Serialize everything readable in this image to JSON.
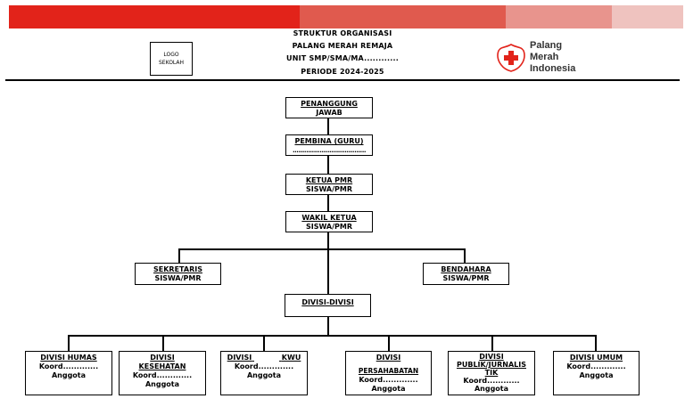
{
  "colors": {
    "band1": "#e2231a",
    "band2": "#e05a4e",
    "band3": "#e8948d",
    "band4": "#efc3bf",
    "pmi_red": "#e2231a"
  },
  "header": {
    "logo_line1": "LOGO",
    "logo_line2": "SEKOLAH",
    "title_lines": [
      "STRUKTUR ORGANISASI",
      "PALANG MERAH REMAJA",
      "UNIT SMP/SMA/MA............",
      "PERIODE 2024-2025"
    ],
    "pmi_logo": {
      "icon": "red-cross-icon",
      "line1": "Palang",
      "line2": "Merah",
      "line3": "Indonesia"
    }
  },
  "org": {
    "penanggung": {
      "line1": "PENANGGUNG",
      "line2": "JAWAB"
    },
    "pembina": {
      "line1": "PEMBINA (GURU)",
      "line2": "......................................"
    },
    "ketua": {
      "line1": "KETUA PMR",
      "line2": "SISWA/PMR"
    },
    "wakil": {
      "line1": "WAKIL KETUA",
      "line2": "SISWA/PMR"
    },
    "sekretaris": {
      "line1": "SEKRETARIS",
      "line2": "SISWA/PMR"
    },
    "bendahara": {
      "line1": "BENDAHARA",
      "line2": "SISWA/PMR"
    },
    "divisi_title": "DIVISI-DIVISI",
    "divisi": {
      "humas": {
        "title": "DIVISI HUMAS",
        "koord": "Koord.............",
        "anggota": "Anggota"
      },
      "kesehatan": {
        "title1": "DIVISI",
        "title2": "KESEHATAN",
        "koord": "Koord.............",
        "anggota": "Anggota"
      },
      "kwu": {
        "title1": "DIVISI",
        "title2": "KWU",
        "koord": "Koord.............",
        "anggota": "Anggota"
      },
      "persahabatan": {
        "title1": "DIVISI",
        "title2": "PERSAHABATAN",
        "koord": "Koord.............",
        "anggota": "Anggota"
      },
      "publik": {
        "title1": "DIVISI",
        "title2": "PUBLIK/JURNALIS",
        "title3": "TIK",
        "koord": "Koord............",
        "anggota": "Anggota"
      },
      "umum": {
        "title": "DIVISI UMUM",
        "koord": "Koord.............",
        "anggota": "Anggota"
      }
    }
  }
}
